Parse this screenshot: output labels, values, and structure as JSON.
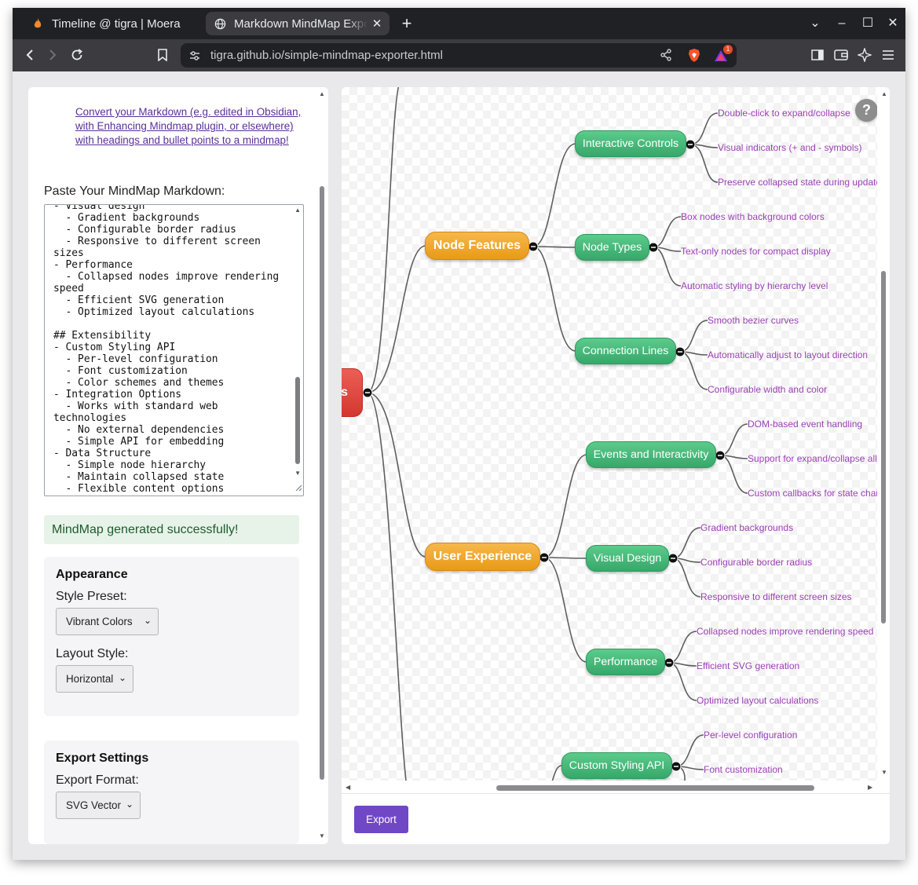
{
  "browser": {
    "tabs": [
      {
        "title": "Timeline @ tigra | Moera",
        "active": false,
        "icon": "flame-icon"
      },
      {
        "title": "Markdown MindMap Exporter",
        "active": true,
        "icon": "globe-icon"
      }
    ],
    "url": "tigra.github.io/simple-mindmap-exporter.html",
    "shields_badge": "1"
  },
  "left_panel": {
    "intro_link": "Convert your Markdown (e.g. edited in Obsidian, with Enhancing Mindmap plugin, or elsewhere) with headings and bullet points to a mindmap!",
    "paste_label": "Paste Your MindMap Markdown:",
    "markdown_text": "- Visual design\n  - Gradient backgrounds\n  - Configurable border radius\n  - Responsive to different screen sizes\n- Performance\n  - Collapsed nodes improve rendering speed\n  - Efficient SVG generation\n  - Optimized layout calculations\n\n## Extensibility\n- Custom Styling API\n  - Per-level configuration\n  - Font customization\n  - Color schemes and themes\n- Integration Options\n  - Works with standard web technologies\n  - No external dependencies\n  - Simple API for embedding\n- Data Structure\n  - Simple node hierarchy\n  - Maintain collapsed state\n  - Flexible content options",
    "success_message": "MindMap generated successfully!",
    "appearance": {
      "heading": "Appearance",
      "style_preset_label": "Style Preset:",
      "style_preset_value": "Vibrant Colors",
      "layout_style_label": "Layout Style:",
      "layout_style_value": "Horizontal"
    },
    "export_settings": {
      "heading": "Export Settings",
      "format_label": "Export Format:",
      "format_value": "SVG Vector"
    }
  },
  "mindmap": {
    "root_label_visible": "s",
    "help_button": "?",
    "branches": [
      {
        "label": "Node Features",
        "children": [
          {
            "label": "Interactive Controls",
            "leaves": [
              "Double-click to expand/collapse",
              "Visual indicators (+ and - symbols)",
              "Preserve collapsed state during update"
            ]
          },
          {
            "label": "Node Types",
            "leaves": [
              "Box nodes with background colors",
              "Text-only nodes for compact display",
              "Automatic styling by hierarchy level"
            ]
          },
          {
            "label": "Connection Lines",
            "leaves": [
              "Smooth bezier curves",
              "Automatically adjust to layout direction",
              "Configurable width and color"
            ]
          }
        ]
      },
      {
        "label": "User Experience",
        "children": [
          {
            "label": "Events and Interactivity",
            "leaves": [
              "DOM-based event handling",
              "Support for expand/collapse all",
              "Custom callbacks for state char"
            ]
          },
          {
            "label": "Visual Design",
            "leaves": [
              "Gradient backgrounds",
              "Configurable border radius",
              "Responsive to different screen sizes"
            ]
          },
          {
            "label": "Performance",
            "leaves": [
              "Collapsed nodes improve rendering speed",
              "Efficient SVG generation",
              "Optimized layout calculations"
            ]
          }
        ]
      },
      {
        "label": "",
        "children": [
          {
            "label": "Custom Styling API",
            "leaves": [
              "Per-level configuration",
              "Font customization"
            ]
          }
        ]
      }
    ]
  },
  "export_button": "Export",
  "colors": {
    "level1": "#f0a52e",
    "level2": "#45b879",
    "root": "#e04a42",
    "leaf_text": "#9b3fb5",
    "export_button": "#7047c4",
    "link": "#5b2f99"
  }
}
